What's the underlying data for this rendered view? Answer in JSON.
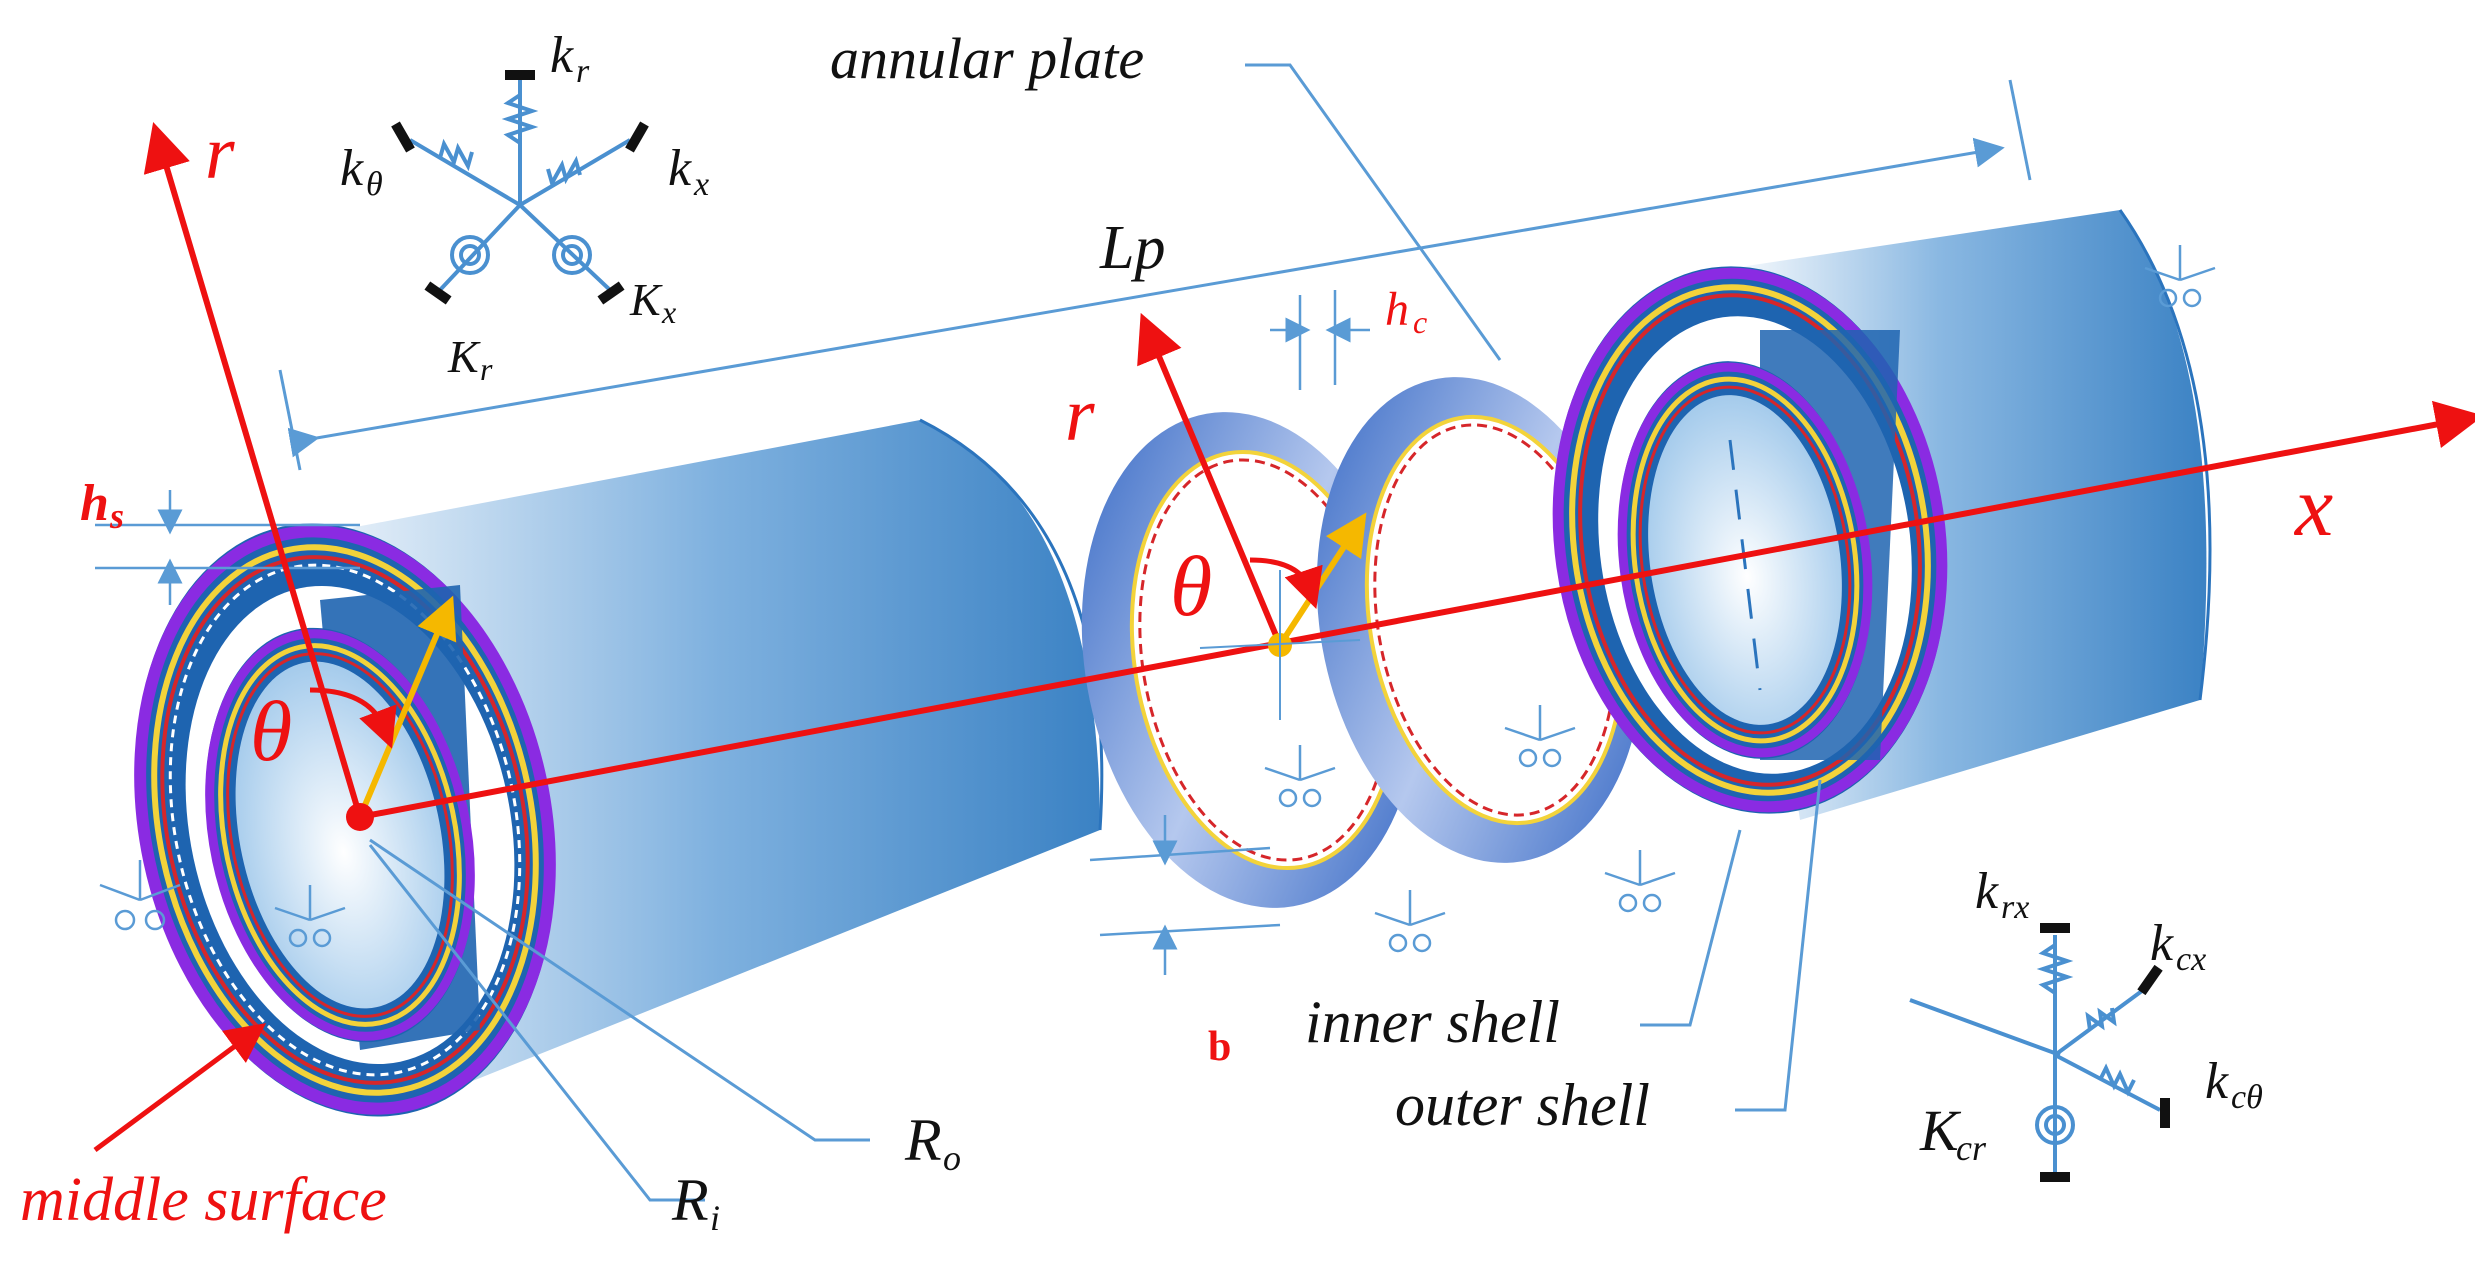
{
  "labels": {
    "annular_plate": "annular plate",
    "lp": "Lp",
    "inner_shell": "inner shell",
    "outer_shell": "outer shell",
    "middle_surface": "middle surface",
    "ro": "R",
    "ro_sub": "o",
    "ri": "R",
    "ri_sub": "i",
    "hs": "h",
    "hs_sub": "s",
    "hc": "h",
    "hc_sub": "c",
    "b": "b",
    "r_main": "r",
    "theta_main": "θ",
    "x_axis": "x",
    "r_plate": "r",
    "theta_plate": "θ"
  },
  "springs_top": {
    "kr": "k",
    "kr_sub": "r",
    "ktheta": "k",
    "ktheta_sub": "θ",
    "kx": "k",
    "kx_sub": "x",
    "Kr": "K",
    "Kr_sub": "r",
    "Kx": "K",
    "Kx_sub": "x"
  },
  "springs_bottom": {
    "krx": "k",
    "krx_sub": "rx",
    "kcx": "k",
    "kcx_sub": "cx",
    "kctheta": "k",
    "kctheta_sub": "cθ",
    "Kcr": "K",
    "Kcr_sub": "cr"
  },
  "colors": {
    "shell_blue": "#3b82c4",
    "shell_dark": "#1e64b0",
    "leader_blue": "#5a9bd5",
    "axis_red": "#ee1111",
    "arrow_yellow": "#f5b800",
    "ply_purple": "#8a2be2",
    "ply_yellow": "#f3d33a",
    "ply_red": "#d6262a",
    "ply_white": "#ffffff"
  }
}
